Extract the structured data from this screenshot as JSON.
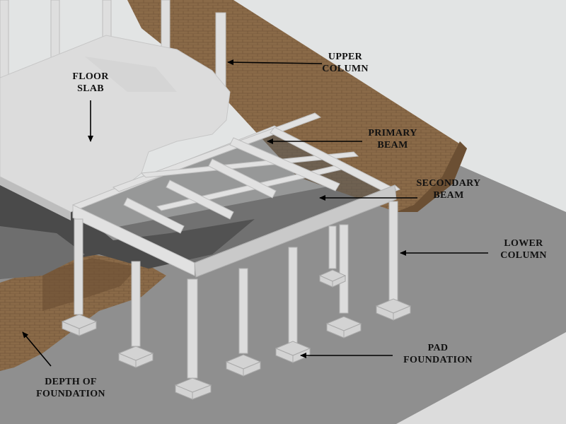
{
  "labels": {
    "upper_column": [
      "UPPER",
      "COLUMN"
    ],
    "floor_slab": [
      "FLOOR",
      "SLAB"
    ],
    "primary_beam": [
      "PRIMARY",
      "BEAM"
    ],
    "secondary_beam": [
      "SECONDARY",
      "BEAM"
    ],
    "lower_column": [
      "LOWER",
      "COLUMN"
    ],
    "pad_foundation": [
      "PAD",
      "FOUNDATION"
    ],
    "depth_of_foundation": [
      "DEPTH OF",
      "FOUNDATION"
    ]
  },
  "colors": {
    "ground": "#8f8f8f",
    "ground_dark": "#6c6c6c",
    "earth": "#8a6a48",
    "earth_dark": "#6b4f33",
    "concrete": "#d9d9d9",
    "concrete_light": "#e7e7e7",
    "concrete_shadow": "#b8b8b8",
    "sky": "#e2e4e4",
    "arrow": "#000000"
  }
}
